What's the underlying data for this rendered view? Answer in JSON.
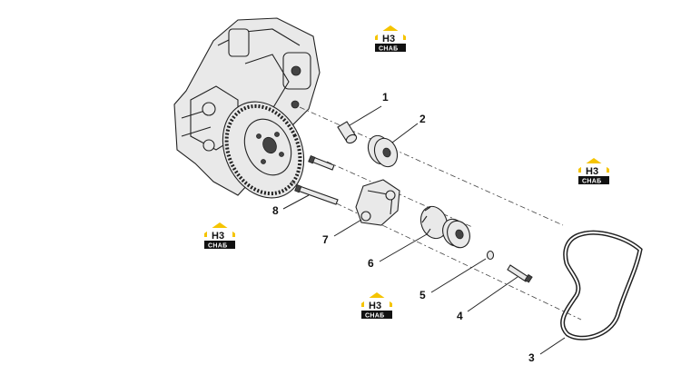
{
  "callouts": [
    {
      "id": "1",
      "label": "1"
    },
    {
      "id": "2",
      "label": "2"
    },
    {
      "id": "3",
      "label": "3"
    },
    {
      "id": "4",
      "label": "4"
    },
    {
      "id": "5",
      "label": "5"
    },
    {
      "id": "6",
      "label": "6"
    },
    {
      "id": "7",
      "label": "7"
    },
    {
      "id": "8",
      "label": "8"
    }
  ],
  "watermark": {
    "mark_text": "H3",
    "brand_text": "СНАБ",
    "colors": {
      "roof": "#f5c400",
      "bar": "#111111"
    }
  }
}
